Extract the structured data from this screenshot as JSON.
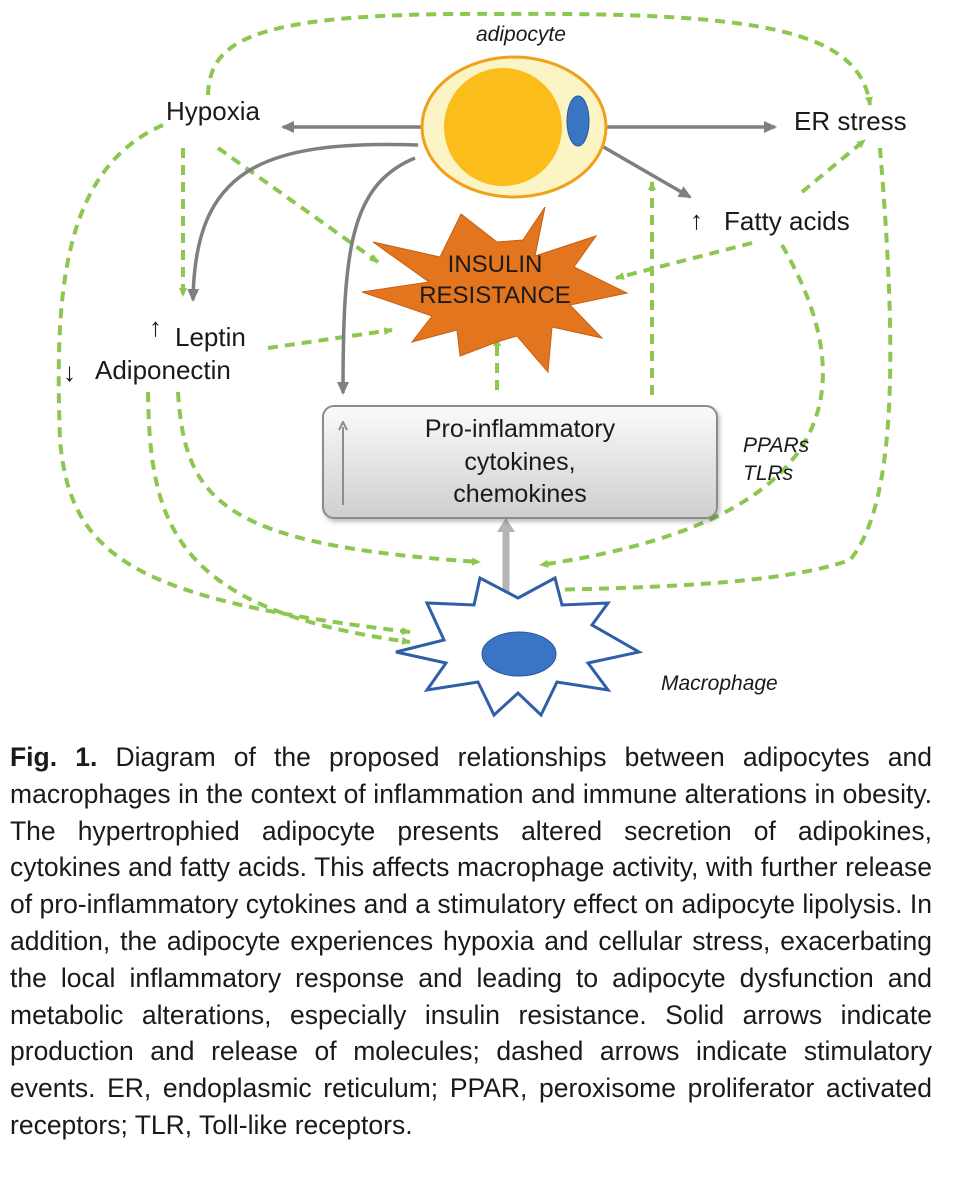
{
  "diagram": {
    "adipocyte_label": "adipocyte",
    "hypoxia_label": "Hypoxia",
    "er_stress_label": "ER stress",
    "fatty_acids_label": "Fatty acids",
    "insulin_resistance_line1": "INSULIN",
    "insulin_resistance_line2": "RESISTANCE",
    "leptin_label": "Leptin",
    "adiponectin_label": "Adiponectin",
    "cytokines_line1": "Pro-inflammatory",
    "cytokines_line2": "cytokines,",
    "cytokines_line3": "chemokines",
    "receptors_line1": "PPARs",
    "receptors_line2": "TLRs",
    "macrophage_label": "Macrophage",
    "up_arrow_symbol": "↑",
    "down_arrow_symbol": "↓",
    "colors": {
      "adipocyte_fill": "#fbbd1a",
      "adipocyte_outer": "#fbf4c4",
      "adipocyte_rim": "#f0a01a",
      "nucleus": "#3a74c4",
      "starburst": "#e3751f",
      "dashed_arrow": "#8cc750",
      "solid_arrow": "#7f7f7f",
      "macrophage_stroke": "#2f5fa8",
      "macrophage_fill": "#ffffff"
    }
  },
  "caption": {
    "fig_label": "Fig. 1.",
    "text": "Diagram of the proposed relationships between adipocytes and macrophages in the context of inflammation and immune alterations in obesity. The hypertrophied adipocyte presents altered secretion of adipokines, cytokines and fatty acids. This affects macrophage activity, with further release of pro-inflammatory cytokines and a stimulatory effect on adipocyte lipolysis. In addition, the adipocyte experiences hypoxia and cellular stress, exacerbating the local inflammatory response and leading to adipocyte dysfunction and metabolic alterations, especially insulin resistance. Solid arrows indicate production and release of molecules; dashed arrows indicate stimulatory events. ER, endoplasmic reticulum; PPAR, peroxisome proliferator activated receptors; TLR, Toll-like receptors."
  }
}
